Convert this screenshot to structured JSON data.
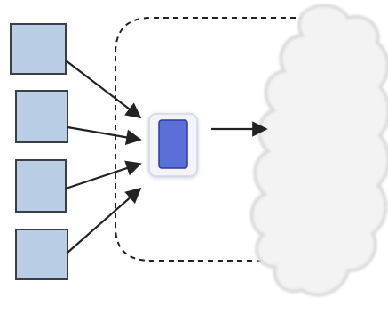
{
  "diagram": {
    "sources": [
      {
        "id": "source-1"
      },
      {
        "id": "source-2"
      },
      {
        "id": "source-3"
      },
      {
        "id": "source-4"
      }
    ],
    "hub": {
      "id": "hub"
    },
    "target": {
      "id": "cloud"
    },
    "boundary": {
      "style": "dashed"
    },
    "colors": {
      "source_fill": "#b9cde4",
      "source_stroke": "#3a3f47",
      "hub_fill": "#5b6fd9",
      "hub_stroke": "#2c3b9e",
      "hub_frame": "#f2f4fa",
      "arrow": "#222222",
      "cloud_fill": "#f3f3f3",
      "cloud_stroke": "#dedede",
      "boundary": "#222222"
    }
  }
}
